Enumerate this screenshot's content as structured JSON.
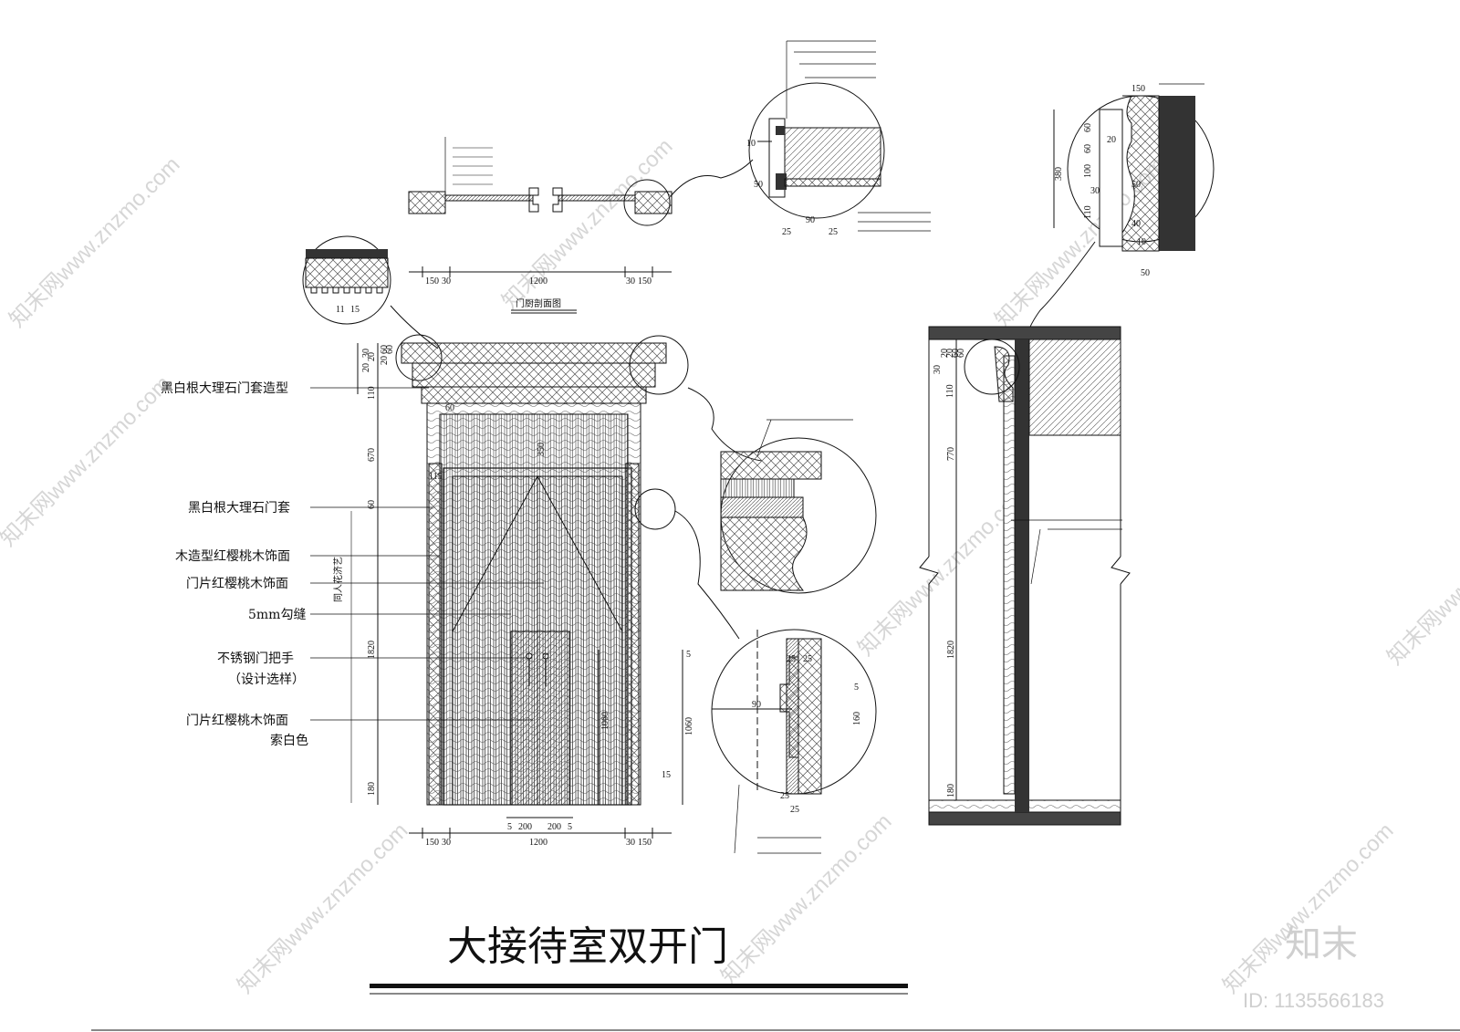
{
  "title": "大接待室双开门",
  "labels": {
    "section_caption": "门厨剖面图",
    "door_set_model": "黑白根大理石门套造型",
    "door_set": "黑白根大理石门套",
    "wood_surface": "木造型红樱桃木饰面",
    "leaf_surface": "门片红樱桃木饰面",
    "groove": "5mm勾缝",
    "handle": "不锈钢门把手",
    "handle_note": "（设计选样）",
    "leaf_surface2": "门片红樱桃木饰面",
    "paint": "索白色",
    "vertical_note": "同人花济艺"
  },
  "dims": {
    "top_section": [
      "150",
      "30",
      "1200",
      "30",
      "150"
    ],
    "elev_bottom": [
      "150",
      "30",
      "1200",
      "30",
      "150"
    ],
    "elev_handle": [
      "5",
      "200",
      "200",
      "5"
    ],
    "elev_left": [
      "20",
      "30",
      "20",
      "20",
      "60",
      "60",
      "110",
      "670",
      "60",
      "1820",
      "180"
    ],
    "elev_right": [
      "1060",
      "1060",
      "350",
      "115",
      "5",
      "15",
      "60"
    ],
    "side_left": [
      "770",
      "1820",
      "180",
      "60",
      "60",
      "20",
      "20",
      "30",
      "110"
    ],
    "detail_top": [
      "10",
      "50",
      "25",
      "90",
      "25"
    ],
    "detail_right": [
      "150",
      "380",
      "50",
      "60",
      "60",
      "20",
      "100",
      "30",
      "110",
      "50",
      "40",
      "10"
    ],
    "detail_lower": [
      "25",
      "25",
      "90",
      "160",
      "25",
      "25",
      "5"
    ],
    "detail_small": [
      "11",
      "15"
    ]
  },
  "watermark": "知末网www.znzmo.com",
  "logo": "知末",
  "id": "ID: 1135566183"
}
